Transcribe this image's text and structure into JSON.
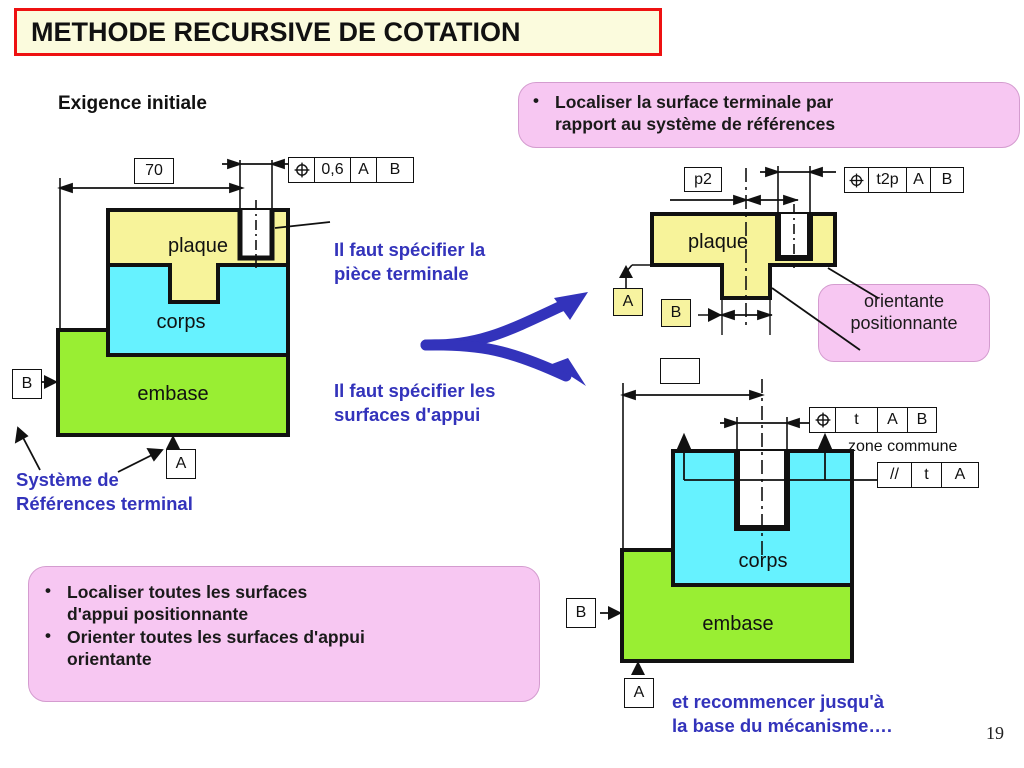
{
  "title": {
    "text": "METHODE RECURSIVE DE COTATION",
    "bg": "#fbfbdd",
    "border": "#ee1111"
  },
  "headings": {
    "exigence_initiale": "Exigence initiale"
  },
  "callouts": {
    "top": {
      "bullets": [
        "Localiser la surface terminale par",
        "rapport au système de références"
      ]
    },
    "bottom": {
      "bullets": [
        "Localiser toutes les surfaces",
        "d'appui positionnante",
        "Orienter toutes les surfaces d'appui",
        "orientante"
      ]
    },
    "orientante": {
      "line1": "orientante",
      "line2": "positionnante"
    },
    "bg": "#f7c7f2"
  },
  "notes": {
    "piece_terminale": "Il faut spécifier la\npièce terminale",
    "surfaces_appui": "Il faut spécifier les\nsurfaces d'appui",
    "systeme_references": "Système de\nRéférences terminal",
    "recommencer": "et recommencer jusqu'à\nla base du mécanisme….",
    "color": "#3333bb"
  },
  "page_number": "19",
  "colors": {
    "plaque": "#f7f39a",
    "corps": "#66f2ff",
    "embase": "#99ee33",
    "outline": "#111111",
    "datum_yellow": "#f7f3a0",
    "arrow_blue": "#3333bb"
  },
  "diagram_left": {
    "name": "exigence-initiale-assembly",
    "dimension_label": "70",
    "fcf": {
      "symbol": "⊕",
      "tolerance": "0,6",
      "datum1": "A",
      "datum2": "B"
    },
    "parts": [
      {
        "id": "plaque",
        "label": "plaque",
        "color": "#f7f39a"
      },
      {
        "id": "corps",
        "label": "corps",
        "color": "#66f2ff"
      },
      {
        "id": "embase",
        "label": "embase",
        "color": "#99ee33"
      }
    ],
    "datums": [
      {
        "id": "B",
        "label": "B"
      },
      {
        "id": "A",
        "label": "A"
      }
    ]
  },
  "diagram_top_right": {
    "name": "plaque-terminale-specification",
    "dimension_label": "p2",
    "fcf": {
      "symbol": "⊕",
      "tolerance": "t2p",
      "datum1": "A",
      "datum2": "B"
    },
    "parts": [
      {
        "id": "plaque",
        "label": "plaque",
        "color": "#f7f39a"
      }
    ],
    "datums": [
      {
        "id": "A",
        "label": "A"
      },
      {
        "id": "B",
        "label": "B"
      }
    ]
  },
  "diagram_bottom_right": {
    "name": "corps-embase-specification",
    "dimension_label": "",
    "fcf_position": {
      "symbol": "⊕",
      "tolerance": "t",
      "datum1": "A",
      "datum2": "B"
    },
    "zone_commune_label": "zone commune",
    "fcf_parallelism": {
      "symbol": "//",
      "tolerance": "t",
      "datum1": "A"
    },
    "parts": [
      {
        "id": "corps",
        "label": "corps",
        "color": "#66f2ff"
      },
      {
        "id": "embase",
        "label": "embase",
        "color": "#99ee33"
      }
    ],
    "datums": [
      {
        "id": "B",
        "label": "B"
      },
      {
        "id": "A",
        "label": "A"
      }
    ]
  }
}
